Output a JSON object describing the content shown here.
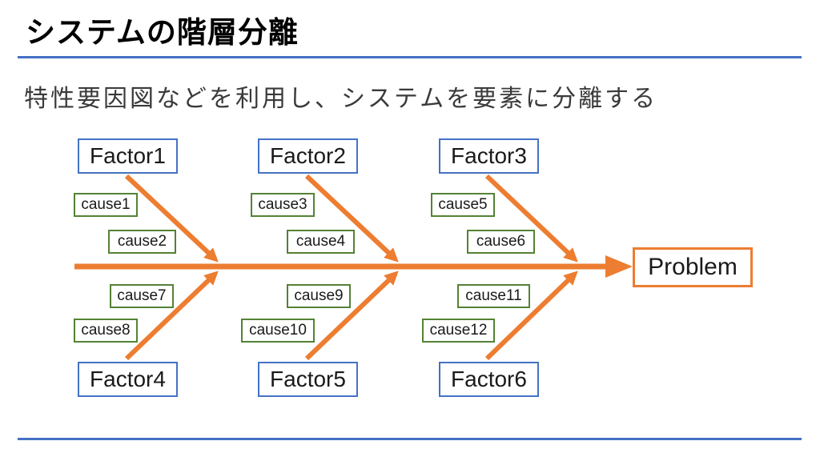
{
  "slide": {
    "title": "システムの階層分離",
    "subtitle": "特性要因図などを利用し、システムを要素に分離する"
  },
  "diagram": {
    "type": "fishbone-cause-effect",
    "problem": {
      "label": "Problem"
    },
    "factors": [
      {
        "label": "Factor1"
      },
      {
        "label": "Factor2"
      },
      {
        "label": "Factor3"
      },
      {
        "label": "Factor4"
      },
      {
        "label": "Factor5"
      },
      {
        "label": "Factor6"
      }
    ],
    "causes": [
      {
        "label": "cause1"
      },
      {
        "label": "cause2"
      },
      {
        "label": "cause3"
      },
      {
        "label": "cause4"
      },
      {
        "label": "cause5"
      },
      {
        "label": "cause6"
      },
      {
        "label": "cause7"
      },
      {
        "label": "cause8"
      },
      {
        "label": "cause9"
      },
      {
        "label": "cause10"
      },
      {
        "label": "cause11"
      },
      {
        "label": "cause12"
      }
    ],
    "colors": {
      "arrow": "#ED7D31",
      "factor_border": "#4472C4",
      "cause_border": "#548235",
      "problem_border": "#ED7D31",
      "rule": "#4472C4"
    }
  }
}
